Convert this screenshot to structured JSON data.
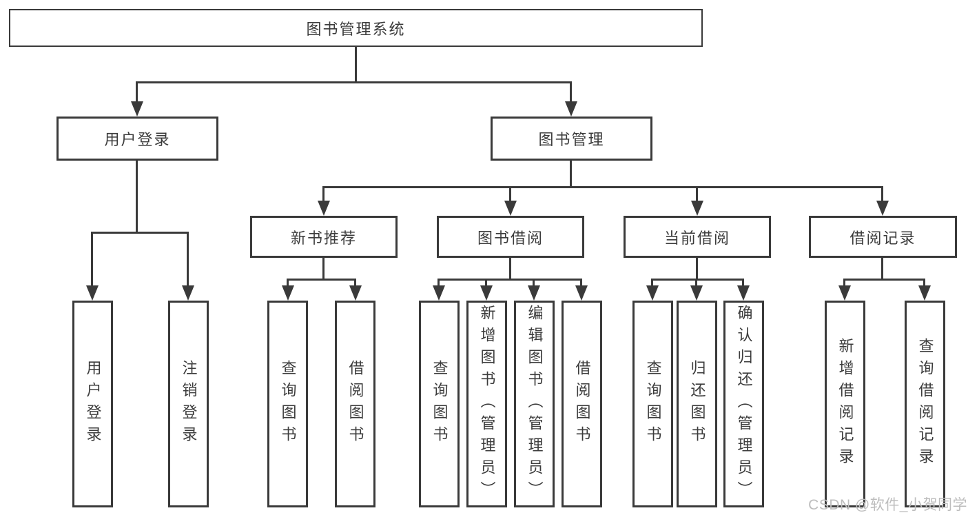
{
  "diagram": {
    "root": {
      "label": "图书管理系统"
    },
    "branches": {
      "userLogin": {
        "label": "用户登录",
        "leaves": [
          "用户登录",
          "注销登录"
        ]
      },
      "bookManagement": {
        "label": "图书管理",
        "sections": {
          "newBooks": {
            "label": "新书推荐",
            "leaves": [
              "查询图书",
              "借阅图书"
            ]
          },
          "bookBorrow": {
            "label": "图书借阅",
            "leaves": [
              "查询图书",
              "新增图书（管理员）",
              "编辑图书（管理员）",
              "借阅图书"
            ]
          },
          "currentBorrow": {
            "label": "当前借阅",
            "leaves": [
              "查询图书",
              "归还图书",
              "确认归还（管理员）"
            ]
          },
          "borrowRecords": {
            "label": "借阅记录",
            "leaves": [
              "新增借阅记录",
              "查询借阅记录"
            ]
          }
        }
      }
    }
  },
  "watermark": "CSDN @软件_小贺同学",
  "colors": {
    "line": "#3a3a3a",
    "text": "#3c3c3c",
    "watermark": "#bdbdbd",
    "background": "#ffffff"
  }
}
